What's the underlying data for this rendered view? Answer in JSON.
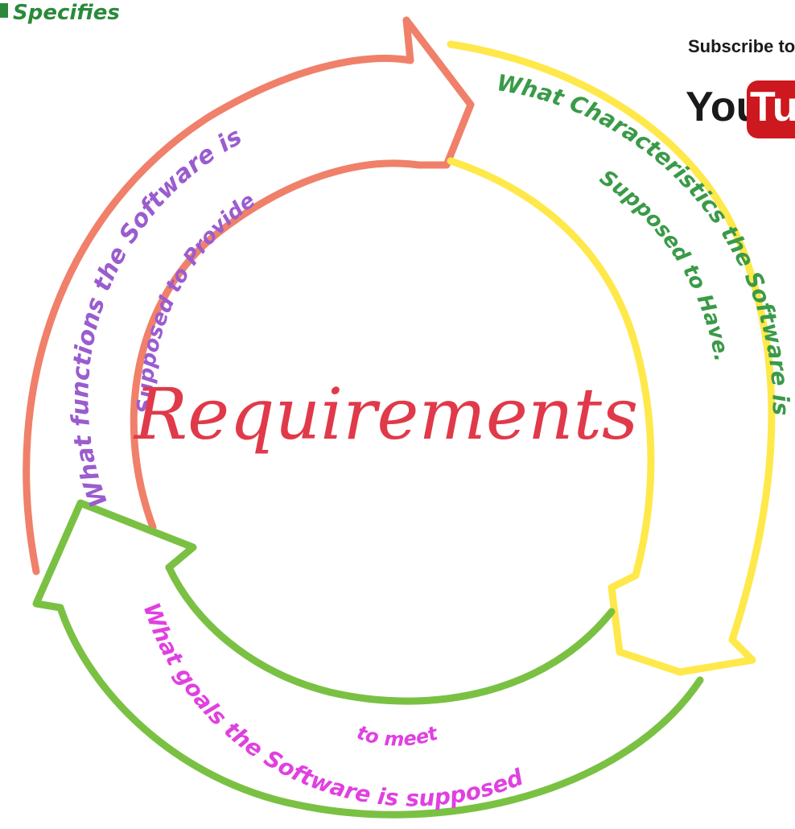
{
  "corner_label": "Specifies",
  "center_title": "Requirements",
  "arrows": {
    "functional": {
      "line1": "What functions the Software is",
      "line2": "Supposed to Provide"
    },
    "non_functional": {
      "line1": "What Characteristics the Software is",
      "line2": "Supposed to Have."
    },
    "goals": {
      "line1": "What goals the Software is supposed",
      "line2": "to meet"
    }
  },
  "subscribe": {
    "caption": "Subscribe to",
    "logo_left": "You",
    "logo_right": "Tube"
  },
  "colors": {
    "orange_arrow": "#f0806a",
    "yellow_arrow": "#ffe84a",
    "green_arrow": "#7ac143",
    "title_red": "#e03a4a",
    "purple_text": "#9a5ccf",
    "green_text": "#3a9a48",
    "magenta_text": "#e040e0",
    "corner_green": "#2a8a3a",
    "youtube_red": "#cc181e"
  }
}
